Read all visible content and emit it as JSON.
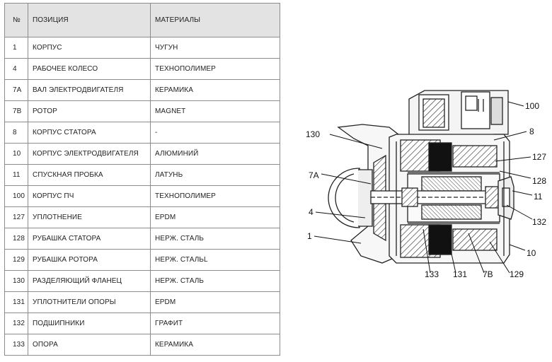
{
  "table": {
    "headers": [
      "№",
      "ПОЗИЦИЯ",
      "МАТЕРИАЛЫ"
    ],
    "rows": [
      [
        "1",
        "КОРПУС",
        "ЧУГУН"
      ],
      [
        "4",
        "РАБОЧЕЕ КОЛЕСО",
        "ТЕХНОПОЛИМЕР"
      ],
      [
        "7A",
        "ВАЛ ЭЛЕКТРОДВИГАТЕЛЯ",
        "КЕРАМИКА"
      ],
      [
        "7B",
        "РОТОР",
        "MAGNET"
      ],
      [
        "8",
        "КОРПУС СТАТОРА",
        "-"
      ],
      [
        "10",
        "КОРПУС ЭЛЕКТРОДВИГАТЕЛЯ",
        "АЛЮМИНИЙ"
      ],
      [
        "11",
        "СПУСКНАЯ ПРОБКА",
        "ЛАТУНЬ"
      ],
      [
        "100",
        "КОРПУС ПЧ",
        "ТЕХНОПОЛИМЕР"
      ],
      [
        "127",
        "УПЛОТНЕНИЕ",
        "EPDM"
      ],
      [
        "128",
        "РУБАШКА СТАТОРА",
        "НЕРЖ. СТАЛЬ"
      ],
      [
        "129",
        "РУБАШКА РОТОРА",
        "НЕРЖ. СТАЛЬL"
      ],
      [
        "130",
        "РАЗДЕЛЯЮЩИЙ ФЛАНЕЦ",
        "НЕРЖ. СТАЛЬ"
      ],
      [
        "131",
        "УПЛОТНИТЕЛИ ОПОРЫ",
        "EPDM"
      ],
      [
        "132",
        "ПОДШИПНИКИ",
        "ГРАФИТ"
      ],
      [
        "133",
        "ОПОРА",
        "КЕРАМИКА"
      ]
    ]
  },
  "diagram": {
    "callouts": [
      "100",
      "8",
      "127",
      "128",
      "11",
      "132",
      "10",
      "129",
      "7B",
      "131",
      "133",
      "1",
      "4",
      "7A",
      "130"
    ]
  }
}
